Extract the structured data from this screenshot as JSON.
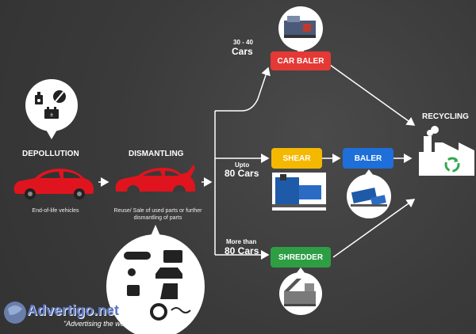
{
  "stages": {
    "depollution": "DEPOLLUTION",
    "dismantling": "DISMANTLING",
    "recycling": "RECYCLING"
  },
  "captions": {
    "end_of_life": "End-of-life vehicles",
    "reuse": "Reuse/ Sale of used parts or further dismantling of parts"
  },
  "capacities": {
    "top_small": "30 - 40",
    "top_big": "Cars",
    "mid_small": "Upto",
    "mid_big": "80 Cars",
    "bot_small": "More than",
    "bot_big": "80 Cars"
  },
  "machines": {
    "car_baler": "CAR BALER",
    "shear": "SHEAR",
    "baler": "BALER",
    "shredder": "SHREDDER"
  },
  "watermark": {
    "brand": "Advertigo.net",
    "tagline": "\"Advertising  the world\""
  },
  "colors": {
    "car_red": "#e0141e",
    "car_baler": "#e53935",
    "shear": "#f5b800",
    "baler": "#1e6fd9",
    "shredder": "#2e9e44",
    "recycle_green": "#2fa84f"
  }
}
